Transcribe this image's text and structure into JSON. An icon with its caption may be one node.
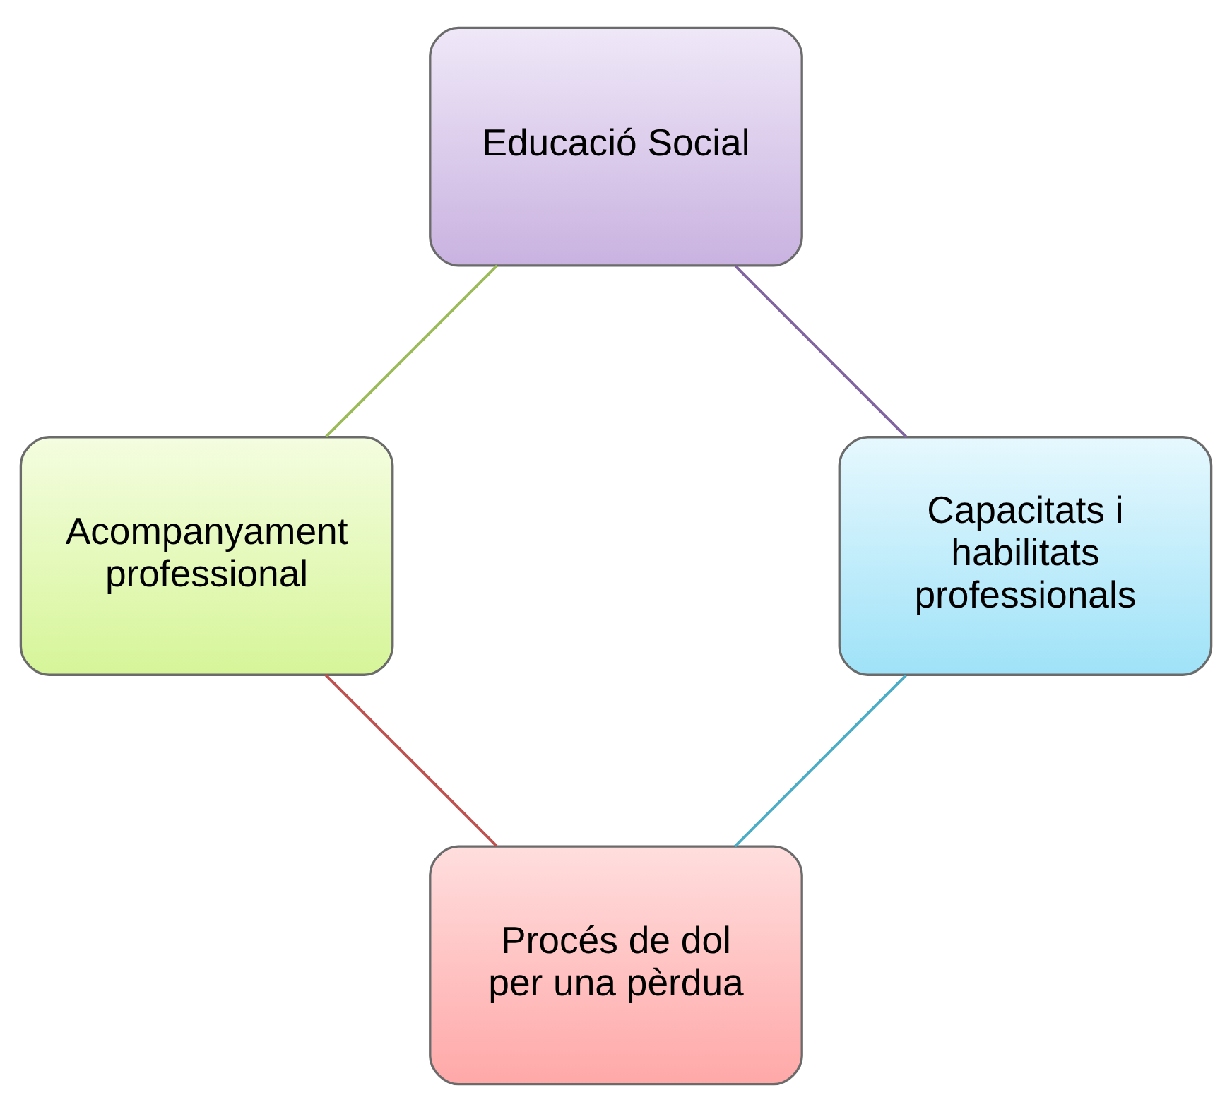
{
  "diagram": {
    "nodes": [
      {
        "text": [
          "Procés de dol per una pèrdua"
        ]
      },
      {
        "text": [
          "Acompanyament professional"
        ]
      },
      {
        "text": [
          "Educació Social"
        ]
      },
      {
        "text": [
          "Capacitats i habilitats professionals"
        ]
      }
    ],
    "edges": [
      {
        "from": 0,
        "to": 1,
        "arrow": "none",
        "color": "#c0504d"
      },
      {
        "from": 1,
        "to": 2,
        "arrow": "none",
        "color": "#9bbb59"
      },
      {
        "from": 2,
        "to": 3,
        "arrow": "none",
        "color": "#8064a2"
      },
      {
        "from": 3,
        "to": 0,
        "arrow": "none",
        "color": "#4bacc6"
      }
    ]
  }
}
